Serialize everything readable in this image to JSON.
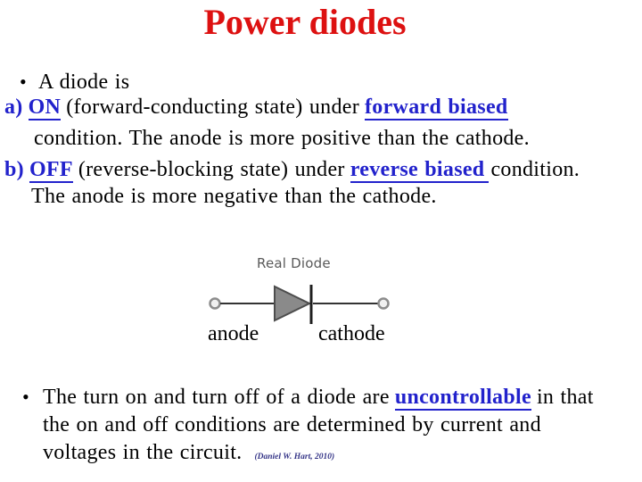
{
  "title": "Power diodes",
  "colors": {
    "title_red": "#dd1111",
    "accent_blue": "#2222cc",
    "body_black": "#000000",
    "caption_gray": "#595959",
    "citation_navy": "#343487",
    "triangle_gray": "#8a8a8a"
  },
  "intro": {
    "bullet": "•",
    "text": "A diode is"
  },
  "item_a": {
    "label": "a)",
    "keyword": "ON",
    "after_keyword": "(forward-conducting state) under",
    "highlight": "forward biased",
    "line2": "condition. The anode is more positive than the cathode."
  },
  "item_b": {
    "label": "b)",
    "keyword": "OFF",
    "after_keyword": "(reverse-blocking state) under",
    "highlight": "reverse biased",
    "after_highlight": "condition.",
    "line2": "The anode is more negative than the cathode."
  },
  "diagram": {
    "caption": "Real Diode",
    "anode_label": "anode",
    "cathode_label": "cathode"
  },
  "outro": {
    "bullet": "•",
    "line1_before": "The turn on and turn off of a diode are",
    "highlight": "uncontrollable",
    "line1_after": "in that",
    "line2": "the on and off conditions are determined by current and",
    "line3": "voltages in the circuit.",
    "citation": "(Daniel W. Hart, 2010)"
  }
}
